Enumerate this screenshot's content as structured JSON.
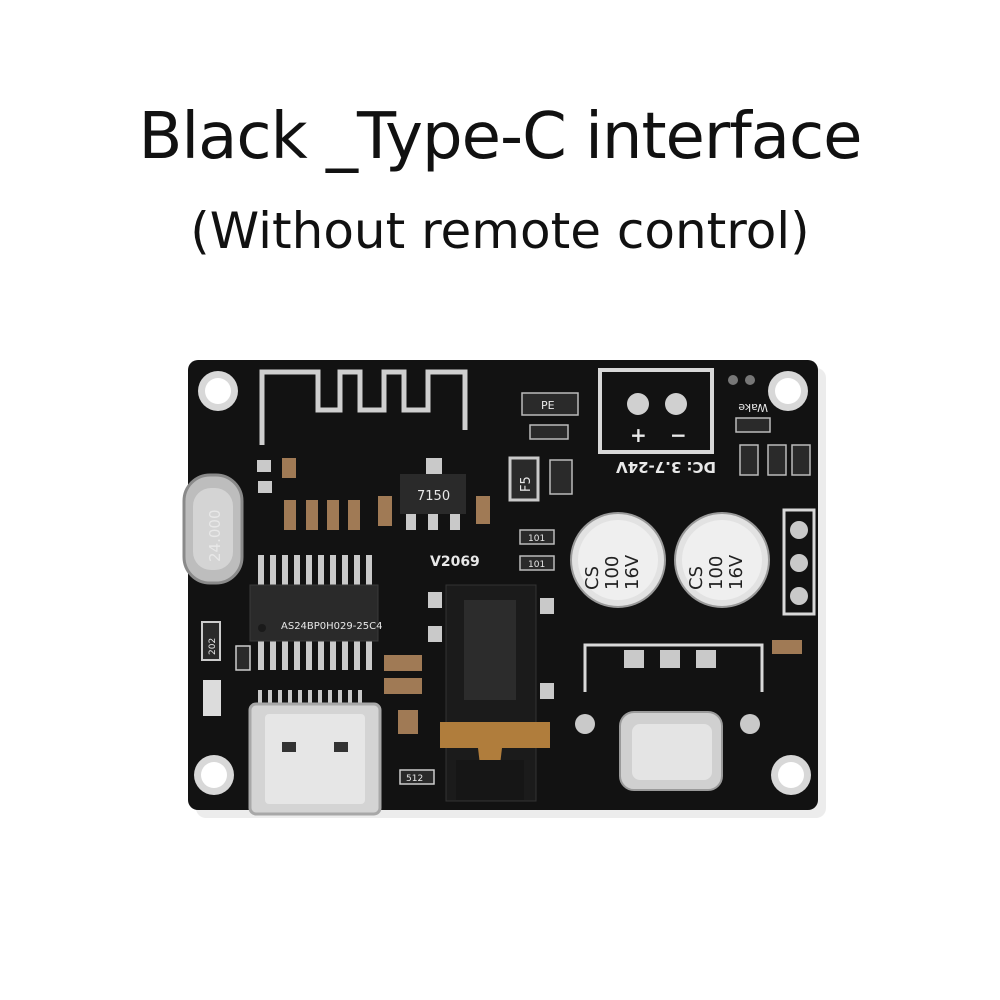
{
  "heading": {
    "title": "Black _Type-C interface",
    "subtitle": "(Without remote control)"
  },
  "board": {
    "crystal_label": "24.000",
    "chip_label": "AS24BP0H029-25C4",
    "regulator_label": "7150",
    "model_label": "V2069",
    "power_label": "DC: 3.7-24V",
    "cap_left_label": [
      "CS",
      "100",
      "16V"
    ],
    "cap_right_label": [
      "CS",
      "100",
      "16V"
    ],
    "plus_label": "+",
    "minus_label": "−",
    "wake_label": "Wake",
    "pe_label": "PE",
    "f5_label": "F5",
    "r101a": "101",
    "r101b": "101",
    "r512": "512",
    "r202": "202"
  }
}
